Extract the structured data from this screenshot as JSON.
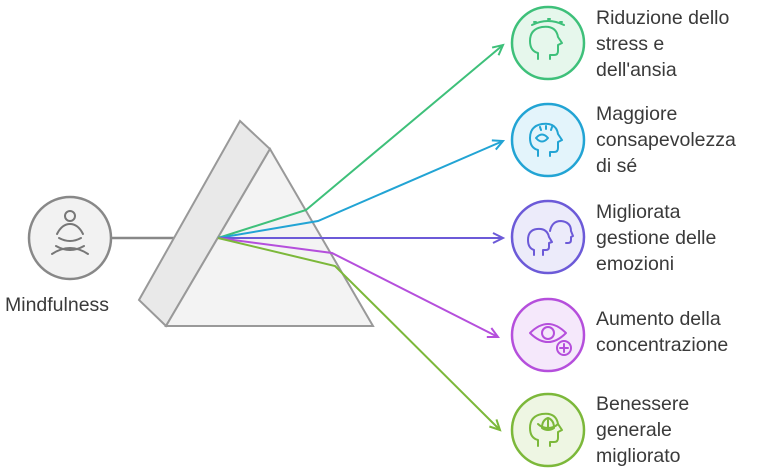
{
  "source": {
    "label": "Mindfulness",
    "icon": "meditation-icon"
  },
  "outcomes": [
    {
      "lines": [
        "Riduzione dello",
        "stress e",
        "dell'ansia"
      ],
      "color": "#3ec07a",
      "bg": "#e6f7ec",
      "icon": "head-calm-icon"
    },
    {
      "lines": [
        "Maggiore",
        "consapevolezza",
        "di sé"
      ],
      "color": "#22a4d4",
      "bg": "#e3f4fb",
      "icon": "head-eye-icon"
    },
    {
      "lines": [
        "Migliorata",
        "gestione delle",
        "emozioni"
      ],
      "color": "#6c5ad8",
      "bg": "#ecebfa",
      "icon": "two-heads-icon"
    },
    {
      "lines": [
        "Aumento della",
        "concentrazione"
      ],
      "color": "#b54fdc",
      "bg": "#f5e8fb",
      "icon": "eye-plus-icon"
    },
    {
      "lines": [
        "Benessere",
        "generale",
        "migliorato"
      ],
      "color": "#7cb83a",
      "bg": "#eef6e3",
      "icon": "head-leaf-icon"
    }
  ]
}
